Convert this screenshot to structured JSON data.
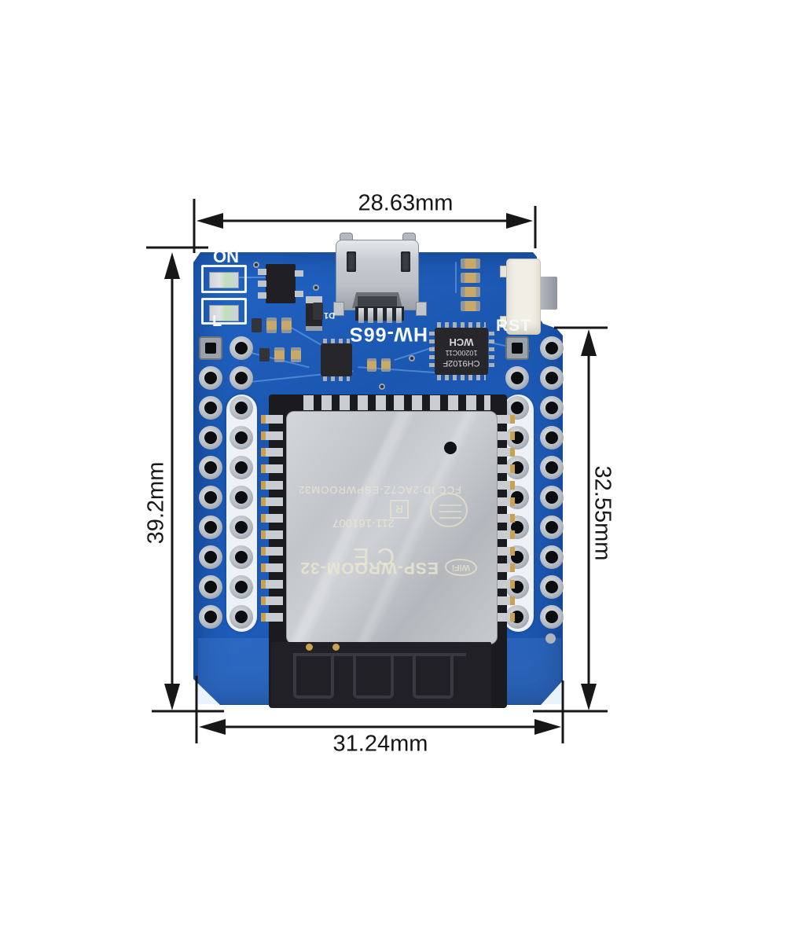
{
  "annotations": {
    "top_width": "28.63mm",
    "left_height": "39.2mm",
    "right_height": "32.55mm",
    "bottom_width": "31.24mm"
  },
  "board": {
    "silkscreen": {
      "power_label": "ON",
      "led_label": "L",
      "reset_label": "RST",
      "model_label": "HW-66S",
      "diode_label": "D1"
    },
    "uart_chip": {
      "line1": "CH9102F",
      "line2": "10200C11",
      "logo": "WCH"
    },
    "module": {
      "fcc_line": "FCC ID:2AC7Z-ESPWROOM32",
      "serial": "211-161007",
      "r_mark": "R",
      "ce_mark": "CE",
      "model": "ESP-WROOM-32",
      "wifi_logo": "WiFi"
    },
    "colors": {
      "pcb_blue": "#1d5cb8",
      "shield_silver": "#c3c6cb",
      "module_black": "#1b1b1f",
      "silkscreen_white": "#f2f5f8",
      "annotation_black": "#171717"
    }
  }
}
